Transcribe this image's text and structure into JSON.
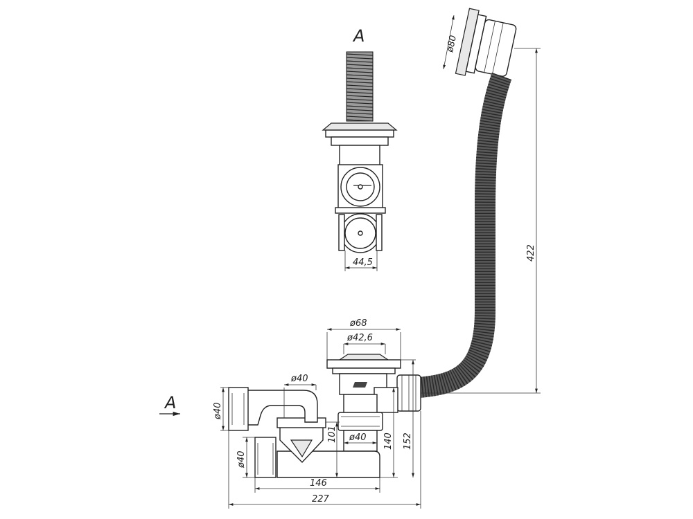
{
  "labels": {
    "view_label_top": "A",
    "view_label_arrow": "A"
  },
  "dimensions": {
    "overflow_diameter": "ø80",
    "hose_length": "422",
    "top_view_width": "44,5",
    "plug_outer_diameter": "ø68",
    "plug_inner_diameter": "ø42,6",
    "trap_inlet_diameter": "ø40",
    "outlet_upper_diameter": "ø40",
    "outlet_lower_diameter": "ø40",
    "branch_diameter": "ø40",
    "height_101": "101",
    "height_140": "140",
    "height_152": "152",
    "width_146": "146",
    "width_227": "227"
  },
  "colors": {
    "line": "#222222",
    "hose": "#5a5a5a",
    "fill": "#ffffff"
  },
  "icons": {
    "brand_logo": "brand-logo-icon"
  }
}
